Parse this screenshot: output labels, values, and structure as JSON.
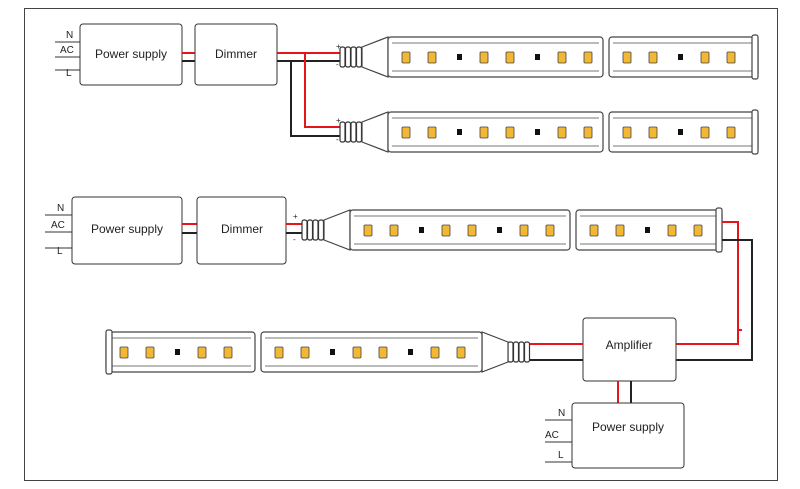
{
  "labels": {
    "power_supply": "Power supply",
    "dimmer": "Dimmer",
    "amplifier": "Amplifier",
    "n": "N",
    "ac": "AC",
    "l": "L",
    "plus": "+",
    "minus": "-"
  },
  "colors": {
    "positive_wire": "#e8141b",
    "negative_wire": "#222222",
    "led_chip": "#f2b733",
    "frame": "#333333"
  }
}
